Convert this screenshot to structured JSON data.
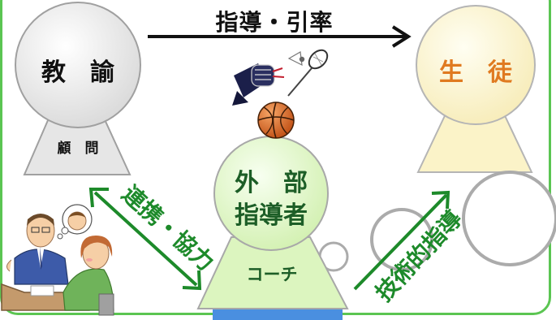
{
  "teacher": {
    "name": "教　諭",
    "role": "顧　問"
  },
  "student": {
    "name": "生　徒"
  },
  "top_arrow": {
    "label": "指導・引率"
  },
  "coach": {
    "name_line1": "外　部",
    "name_line2": "指導者",
    "role": "コーチ"
  },
  "left_arrow": {
    "label": "連携・協力"
  },
  "right_arrow": {
    "label": "技術的指導"
  },
  "icons": [
    "kendo-mask-icon",
    "badminton-racket-icon",
    "shuttlecock-icon",
    "basketball-icon",
    "people-talking-illustration"
  ],
  "colors": {
    "frame": "#5bc552",
    "arrow_green": "#1d8a2a",
    "teacher": "#e4e4e4",
    "student": "#fbf3c8",
    "coach": "#dcf5bf",
    "coach_base": "#4a8fe0"
  }
}
